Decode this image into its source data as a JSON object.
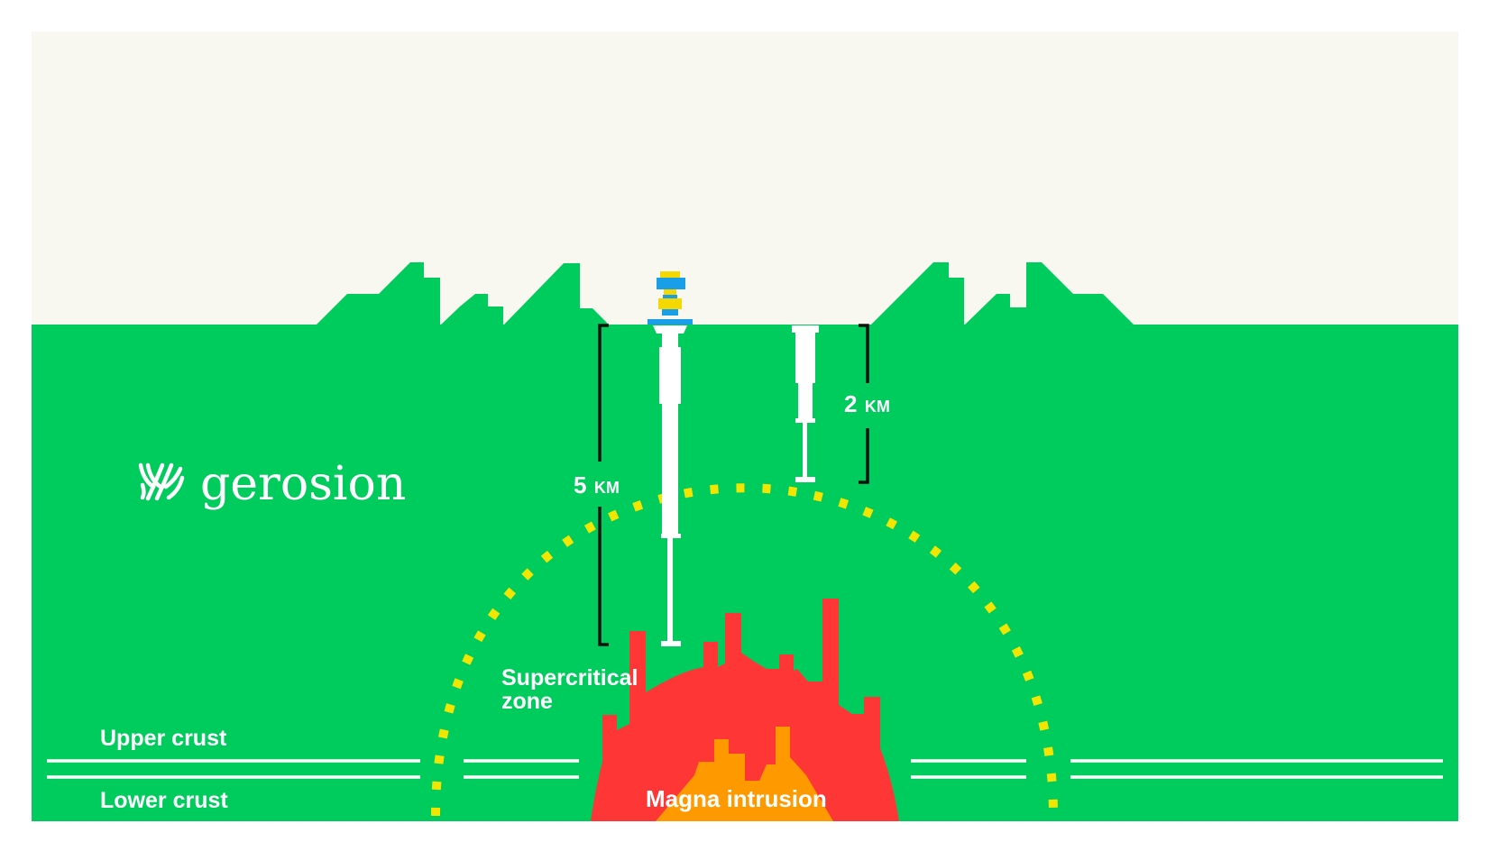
{
  "brand": {
    "name": "gerosion",
    "icon": "gerosion-logo-icon"
  },
  "depth_labels": {
    "deep_well": {
      "value": "5",
      "unit": "KM"
    },
    "shallow_well": {
      "value": "2",
      "unit": "KM"
    }
  },
  "zones": {
    "supercritical_line1": "Supercritical",
    "supercritical_line2": "zone",
    "magma": "Magna intrusion"
  },
  "layers": {
    "upper": "Upper crust",
    "lower": "Lower crust"
  },
  "colors": {
    "sky": "#f8f7f0",
    "ground": "#00cc5e",
    "magma_outer": "#ff3636",
    "magma_inner": "#ff9900",
    "supercritical_dots": "#f2e600",
    "well": "#ffffff",
    "rig_blue": "#1a9ee8",
    "rig_yellow": "#f5d800",
    "bracket": "#111111"
  }
}
